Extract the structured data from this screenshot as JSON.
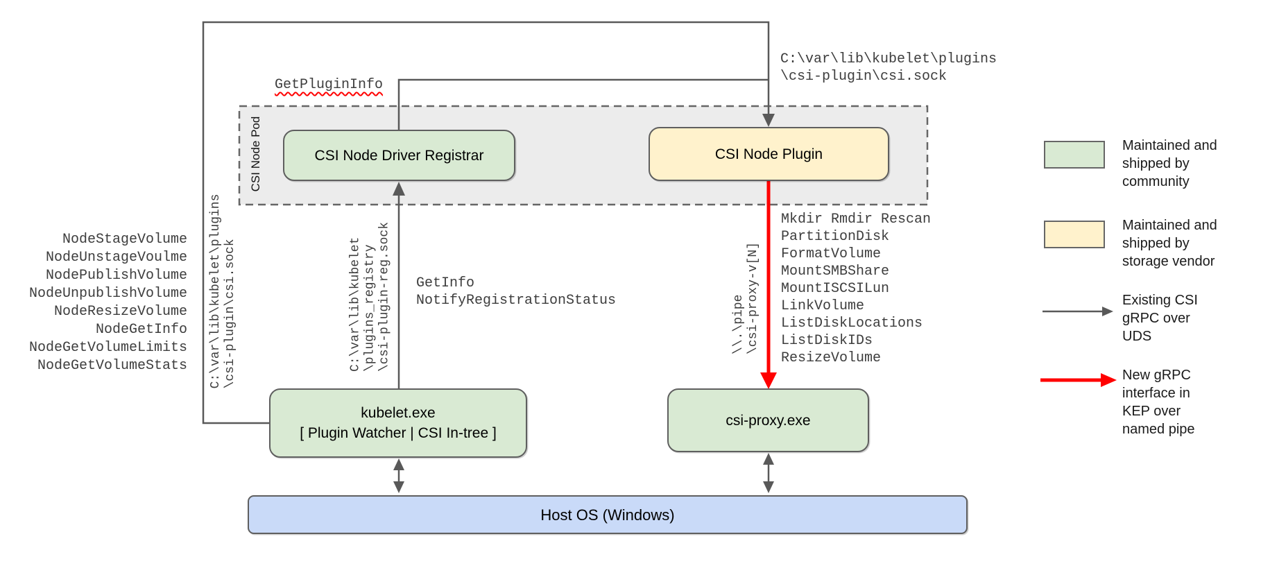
{
  "pod": {
    "label": "CSI Node Pod"
  },
  "boxes": {
    "registrar": {
      "label": "CSI Node Driver Registrar"
    },
    "plugin": {
      "label": "CSI Node Plugin"
    },
    "kubelet": {
      "line1": "kubelet.exe",
      "line2": "[ Plugin Watcher | CSI In-tree ]"
    },
    "csi_proxy": {
      "label": "csi-proxy.exe"
    },
    "host_os": {
      "label": "Host OS (Windows)"
    }
  },
  "edges": {
    "get_plugin_info": "GetPluginInfo",
    "csi_sock_path_top": [
      "C:\\var\\lib\\kubelet\\plugins",
      "\\csi-plugin\\csi.sock"
    ],
    "csi_sock_path_left": [
      "C:\\var\\lib\\kubelet\\plugins",
      "\\csi-plugin\\csi.sock"
    ],
    "registration_socket": [
      "C:\\var\\lib\\kubelet",
      "\\plugins_registry",
      "\\csi-plugin-reg.sock"
    ],
    "registration_methods": [
      "GetInfo",
      "NotifyRegistrationStatus"
    ],
    "named_pipe": [
      "\\\\.\\pipe",
      "\\csi-proxy-v[N]"
    ],
    "node_methods": [
      "NodeStageVolume",
      "NodeUnstageVoulme",
      "NodePublishVolume",
      "NodeUnpublishVolume",
      "NodeResizeVolume",
      "NodeGetInfo",
      "NodeGetVolumeLimits",
      "NodeGetVolumeStats"
    ],
    "proxy_methods": [
      "Mkdir Rmdir Rescan",
      "PartitionDisk",
      "FormatVolume",
      "MountSMBShare",
      "MountISCSILun",
      "LinkVolume",
      "ListDiskLocations",
      "ListDiskIDs",
      "ResizeVolume"
    ]
  },
  "legend": {
    "community_label": "Maintained and\nshipped by\ncommunity",
    "vendor_label": "Maintained and\nshipped by\nstorage vendor",
    "uds_label": "Existing CSI\ngRPC over\nUDS",
    "pipe_label": "New gRPC\ninterface in\nKEP over\nnamed pipe"
  },
  "colors": {
    "community": "#d9ead3",
    "vendor": "#fff2cc",
    "host": "#c9daf8",
    "pod_fill": "#ececec",
    "wire": "#595959",
    "pipe_arrow": "#ff0000"
  }
}
